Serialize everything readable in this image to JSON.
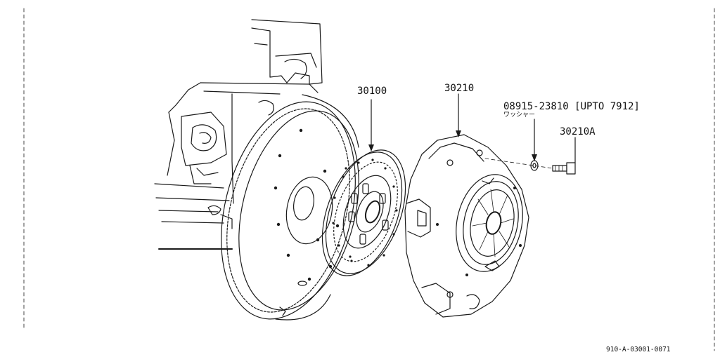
{
  "callouts": {
    "clutch_disc": "30100",
    "clutch_cover": "30210",
    "washer": "08915-23810 [UPTO 7912]",
    "washer_desc": "ワッシャー",
    "bolt": "30210A"
  },
  "drawing_code": "910-A-03001-0071"
}
